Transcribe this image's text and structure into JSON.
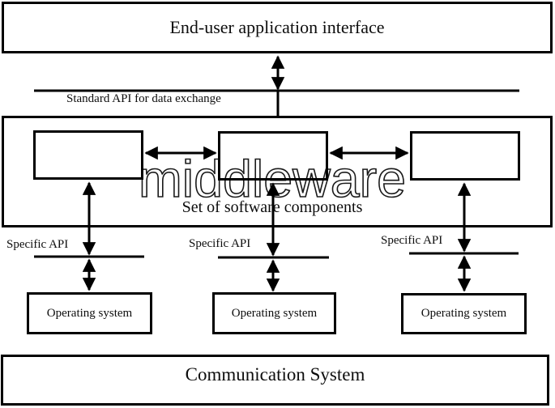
{
  "diagram": {
    "top_box": {
      "label": "End-user application interface"
    },
    "standard_api": {
      "label": "Standard API for data exchange"
    },
    "middleware": {
      "watermark": "middleware",
      "caption": "Set of software components"
    },
    "columns": [
      {
        "specific_api_label": "Specific API",
        "os_label": "Operating system"
      },
      {
        "specific_api_label": "Specific API",
        "os_label": "Operating system"
      },
      {
        "specific_api_label": "Specific API",
        "os_label": "Operating system"
      }
    ],
    "bottom_box": {
      "label": "Communication System"
    },
    "colors": {
      "stroke": "#000000",
      "background": "#ffffff"
    }
  }
}
